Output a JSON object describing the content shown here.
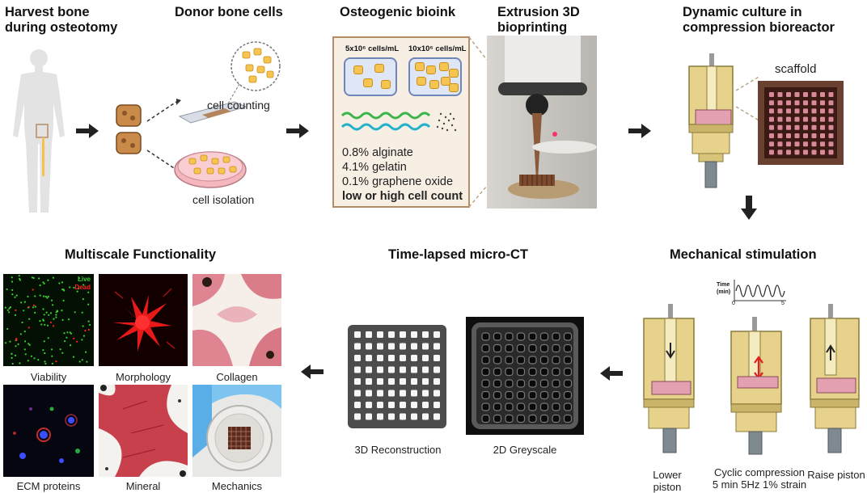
{
  "titles": {
    "harvest_line1": "Harvest bone",
    "harvest_line2": "during osteotomy",
    "donor": "Donor bone cells",
    "bioink": "Osteogenic bioink",
    "extrusion_line1": "Extrusion 3D",
    "extrusion_line2": "bioprinting",
    "dynamic_line1": "Dynamic culture in",
    "dynamic_line2": "compression bioreactor",
    "multiscale": "Multiscale Functionality",
    "microct": "Time-lapsed micro-CT",
    "mechanical": "Mechanical stimulation"
  },
  "donor_labels": {
    "counting": "cell counting",
    "isolation": "cell isolation"
  },
  "bioink": {
    "low_density": "5x10⁶ cells/mL",
    "high_density": "10x10⁶ cells/mL",
    "alginate": "0.8% alginate",
    "gelatin": "4.1% gelatin",
    "graphene": "0.1% graphene oxide",
    "cell_count": "low or high cell count"
  },
  "bioreactor": {
    "scaffold_label": "scaffold"
  },
  "stimulation": {
    "time_label_line1": "Time",
    "time_label_line2": "(min)",
    "time_start": "0",
    "time_end": "5",
    "lower": "Lower piston",
    "cyclic_line1": "Cyclic compression",
    "cyclic_line2": "5 min 5Hz 1% strain",
    "raise": "Raise piston"
  },
  "microct": {
    "reconstruction": "3D Reconstruction",
    "greyscale": "2D Greyscale"
  },
  "multiscale": {
    "live": "Live",
    "dead": "Dead",
    "viability": "Viability",
    "morphology": "Morphology",
    "collagen": "Collagen",
    "ecm": "ECM proteins",
    "mineral": "Mineral",
    "mechanics": "Mechanics"
  },
  "colors": {
    "arrow": "#222222",
    "bioreactor_gold": "#e6d28a",
    "piston_pink": "#e3a0b0",
    "live_green": "#39d02f",
    "dead_red": "#ff2020",
    "stain_red": "#c9404d"
  }
}
